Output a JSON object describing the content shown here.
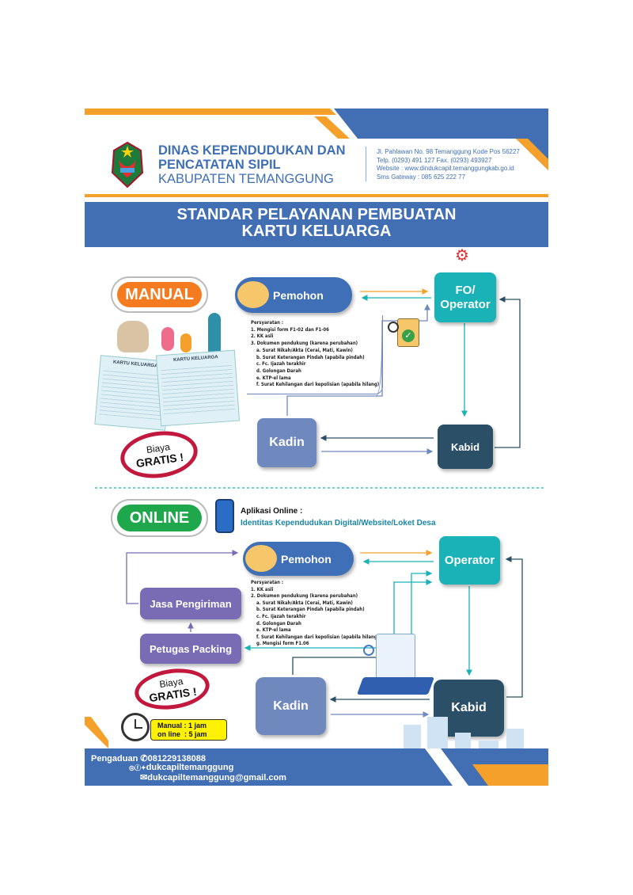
{
  "header": {
    "org_line1": "DINAS KEPENDUDUKAN DAN",
    "org_line2": "PENCATATAN SIPIL",
    "org_line3": "KABUPATEN TEMANGGUNG",
    "address": "Jl. Pahlawan No. 98 Temanggung Kode Pos 56227",
    "phone": "Telp. (0293) 491 127 Fax. (0293) 493927",
    "website": "Website : www.dindukcapil.temanggungkab.go.id",
    "sms": "Sms Gateway : 085 625 222 77"
  },
  "title": {
    "line1": "STANDAR PELAYANAN PEMBUATAN",
    "line2": "KARTU KELUARGA"
  },
  "manual": {
    "badge": "MANUAL",
    "pemohon": "Pemohon",
    "fo_operator_line1": "FO/",
    "fo_operator_line2": "Operator",
    "kadin": "Kadin",
    "kabid": "Kabid",
    "requirements_title": "Persyaratan :",
    "requirements": [
      "1. Mengisi form F1-02 dan F1-06",
      "2. KK asli",
      "3. Dokumen pendukung (karena perubahan)",
      "a. Surat Nikah/Akta (Cerai, Mati, Kawin)",
      "b. Surat Keterangan Pindah (apabila pindah)",
      "c. Fc. Ijazah terakhir",
      "d. Golongan Darah",
      "e. KTP-el lama",
      "f. Surat Kehilangan dari kepolisian (apabila hilang)"
    ],
    "kk_card_label": "KARTU KELUARGA",
    "fee_line1": "Biaya",
    "fee_line2": "GRATIS !"
  },
  "online": {
    "badge": "ONLINE",
    "app_title": "Aplikasi Online :",
    "app_channels": "Identitas Kependudukan Digital/Website/Loket Desa",
    "pemohon": "Pemohon",
    "operator": "Operator",
    "jasa_pengiriman": "Jasa Pengiriman",
    "petugas_packing": "Petugas Packing",
    "kadin": "Kadin",
    "kabid": "Kabid",
    "requirements_title": "Persyaratan :",
    "requirements": [
      "1. KK asli",
      "2. Dokumen pendukung (karena perubahan)",
      "a. Surat Nikah/Akta (Cerai, Mati, Kawin)",
      "b. Surat Keterangan Pindah (apabila pindah)",
      "c. Fc. Ijazah terakhir",
      "d. Golongan Darah",
      "e. KTP-el lama",
      "f. Surat Kehilangan dari kepolisian (apabila hilang)",
      "g. Mengisi form F1.06"
    ],
    "fee_line1": "Biaya",
    "fee_line2": "GRATIS !"
  },
  "duration": {
    "manual": "Manual : 1 jam",
    "online": "on line  : 5 jam"
  },
  "footer": {
    "complaint_label": "Pengaduan",
    "whatsapp": "081229138088",
    "social": "dukcapiltemanggung",
    "email": "dukcapiltemanggung@gmail.com"
  },
  "colors": {
    "blue": "#426fb3",
    "orange": "#f5a02a",
    "teal": "#19b2b6",
    "purple": "#7a6bb5",
    "dark": "#2b4f66",
    "green": "#1ea84b",
    "red": "#c2183d"
  }
}
